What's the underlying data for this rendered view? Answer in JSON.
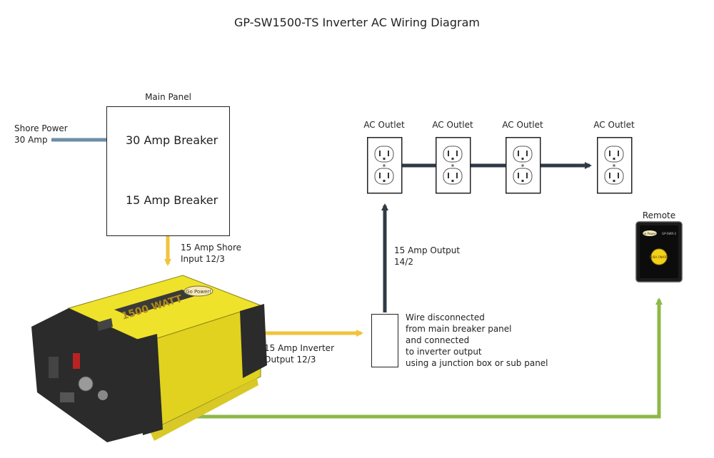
{
  "title": "GP-SW1500-TS Inverter AC Wiring Diagram",
  "main_panel": {
    "label": "Main Panel",
    "breaker_30": "30 Amp Breaker",
    "breaker_15": "15 Amp Breaker"
  },
  "shore_power": {
    "label": "Shore Power\n30 Amp"
  },
  "shore_input": {
    "label": "15 Amp Shore\nInput 12/3"
  },
  "inverter": {
    "wattage": "1500 WATT",
    "badge": "Go Power!",
    "output_label": "15 Amp Inverter\nOutput 12/3"
  },
  "junction": {
    "note": "Wire disconnected\nfrom main breaker panel\nand connected\nto inverter output\nusing a junction box or sub panel"
  },
  "ac_output": {
    "label": "15 Amp Output\n14/2"
  },
  "outlets": [
    {
      "label": "AC Outlet"
    },
    {
      "label": "AC Outlet"
    },
    {
      "label": "AC Outlet"
    },
    {
      "label": "AC Outlet"
    }
  ],
  "remote": {
    "label": "Remote",
    "brand": "Go Power!",
    "model": "GP-SWR-2",
    "button": "PUSH ON/OFF"
  },
  "colors": {
    "shore": "#6e8ea6",
    "inverter_wire": "#f1c33d",
    "ac_wire": "#2f3a44",
    "remote_wire": "#8db848",
    "inverter_body": "#efe22a",
    "inverter_frame": "#2b2b2b"
  }
}
